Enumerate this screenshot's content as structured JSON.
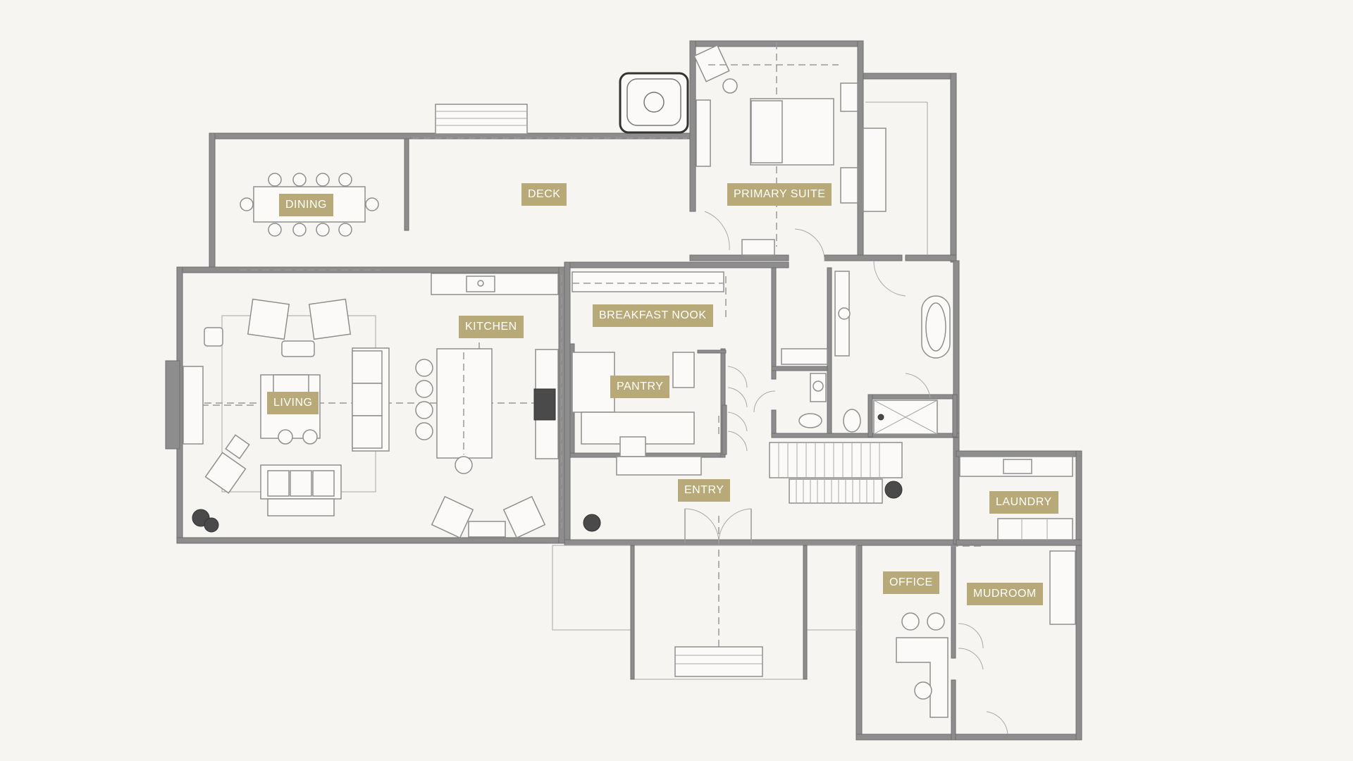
{
  "rooms": {
    "dining": "DINING",
    "deck": "DECK",
    "primary_suite": "PRIMARY SUITE",
    "kitchen": "KITCHEN",
    "breakfast_nook": "BREAKFAST NOOK",
    "living": "LIVING",
    "pantry": "PANTRY",
    "entry": "ENTRY",
    "laundry": "LAUNDRY",
    "office": "OFFICE",
    "mudroom": "MUDROOM"
  },
  "colors": {
    "background": "#f7f5f2",
    "label_fill": "#b8a978",
    "label_text": "#ffffff",
    "wall": "#8d8d8d"
  }
}
